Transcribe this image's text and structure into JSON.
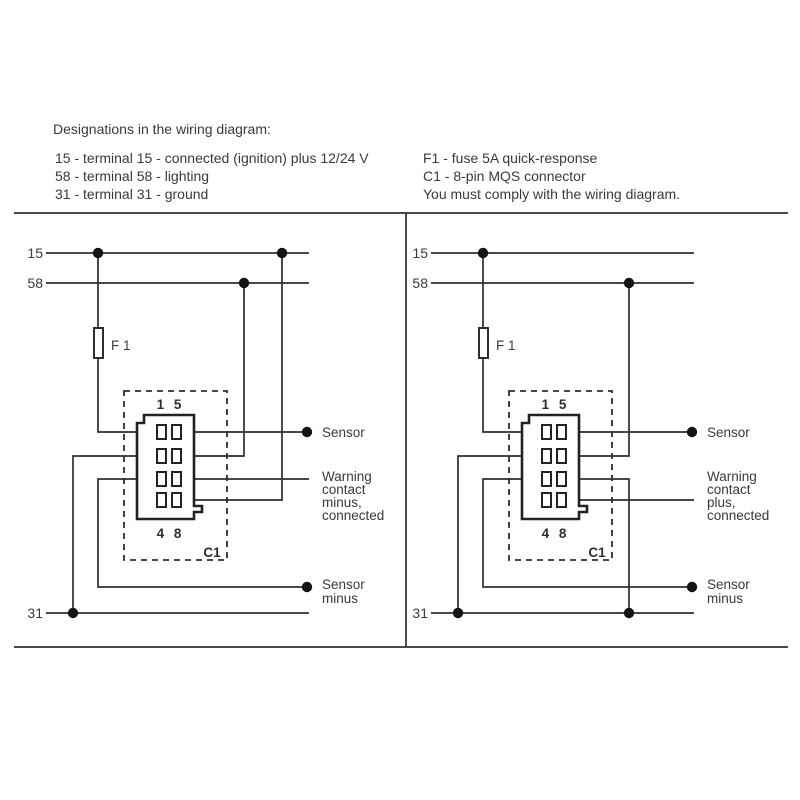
{
  "legend": {
    "title": "Designations in the wiring diagram:",
    "left_items": [
      "15 - terminal 15 - connected (ignition) plus 12/24 V",
      "58 - terminal 58 - lighting",
      "31 - terminal 31 - ground"
    ],
    "right_items": [
      "F1 - fuse 5A quick-response",
      "C1 - 8-pin MQS connector",
      "You must comply with the wiring diagram."
    ]
  },
  "diagrams": [
    {
      "name": "left",
      "terminals": {
        "t15": "15",
        "t58": "58",
        "t31": "31"
      },
      "fuse_label": "F 1",
      "connector": {
        "top_pins": "1 5",
        "bottom_pins": "4 8",
        "id": "C1"
      },
      "labels": {
        "sensor": "Sensor",
        "warning": [
          "Warning",
          "contact",
          "minus,",
          "connected"
        ],
        "sensor_minus": [
          "Sensor",
          "minus"
        ]
      }
    },
    {
      "name": "right",
      "terminals": {
        "t15": "15",
        "t58": "58",
        "t31": "31"
      },
      "fuse_label": "F 1",
      "connector": {
        "top_pins": "1 5",
        "bottom_pins": "4 8",
        "id": "C1"
      },
      "labels": {
        "sensor": "Sensor",
        "warning": [
          "Warning",
          "contact",
          "plus,",
          "connected"
        ],
        "sensor_minus": [
          "Sensor",
          "minus"
        ]
      }
    }
  ],
  "colors": {
    "background": "#ffffff",
    "wire": "#2e2e2e",
    "text": "#3a3a3a",
    "junction_dot": "#141414"
  }
}
